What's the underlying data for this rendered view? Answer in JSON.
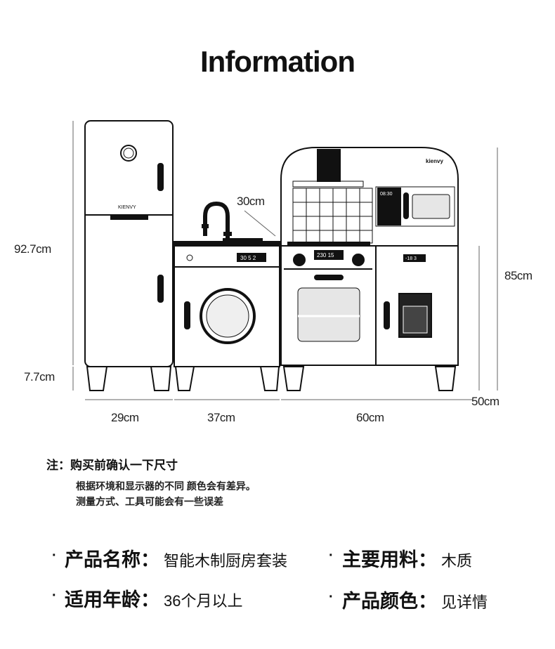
{
  "title": "Information",
  "diagram": {
    "brand_fridge": "KIENVY",
    "brand_top": "kienvy",
    "clock_display": "08:30",
    "washer_display": "30 5 2",
    "stove_display": "230 15",
    "dishwasher_display": "-18 3",
    "dimensions": {
      "total_height": "92.7cm",
      "leg_height": "7.7cm",
      "tap_height": "30cm",
      "counter_height": "85cm",
      "depth": "50cm",
      "fridge_width": "29cm",
      "washer_width": "37cm",
      "stove_width": "60cm"
    }
  },
  "notes": {
    "heading": "注：购买前确认一下尺寸",
    "line1": "根据环境和显示器的不同 颜色会有差异。",
    "line2": "测量方式、工具可能会有一些误差"
  },
  "specs": [
    {
      "label": "产品名称：",
      "value": "智能木制厨房套装"
    },
    {
      "label": "主要用料：",
      "value": "木质"
    },
    {
      "label": "适用年龄：",
      "value": "36个月以上"
    },
    {
      "label": "产品颜色：",
      "value": "见详情"
    }
  ]
}
